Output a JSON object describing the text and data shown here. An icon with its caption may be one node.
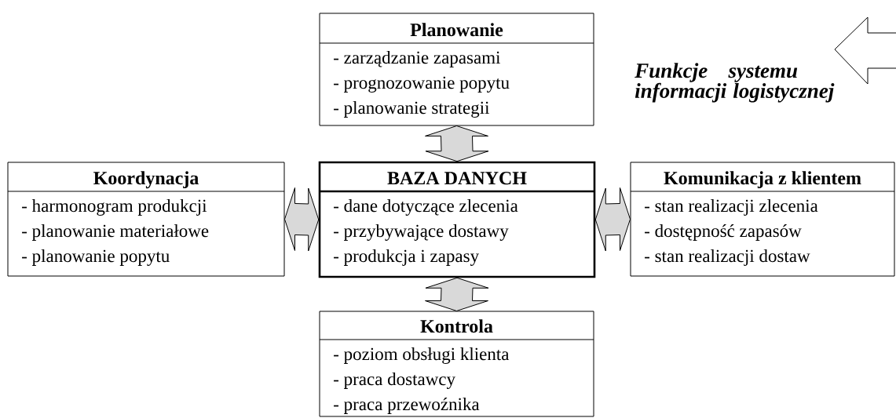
{
  "diagram": {
    "nodes": [
      {
        "text": [
          "Planowanie",
          "- zarządzanie zapasami",
          "- prognozowanie popytu",
          "- planowanie strategii"
        ]
      },
      {
        "text": [
          "Koordynacja",
          "- harmonogram produkcji",
          "- planowanie materiałowe",
          "- planowanie popytu"
        ]
      },
      {
        "text": [
          "BAZA DANYCH",
          "- dane dotyczące zlecenia",
          "- przybywające dostawy",
          "- produkcja i zapasy"
        ]
      },
      {
        "text": [
          "Komunikacja z klientem",
          "- stan realizacji zlecenia",
          "- dostępność zapasów",
          "- stan realizacji dostaw"
        ]
      },
      {
        "text": [
          "Kontrola",
          "- poziom obsługi klienta",
          "- praca dostawcy",
          "- praca przewoźnika"
        ]
      }
    ],
    "edges": [
      {
        "from": 0,
        "to": 2,
        "arrow": "both"
      },
      {
        "from": 1,
        "to": 2,
        "arrow": "both"
      },
      {
        "from": 2,
        "to": 3,
        "arrow": "both"
      },
      {
        "from": 2,
        "to": 4,
        "arrow": "both"
      }
    ],
    "labels": [
      "Funkcje systemu informacji logistycznej"
    ]
  }
}
